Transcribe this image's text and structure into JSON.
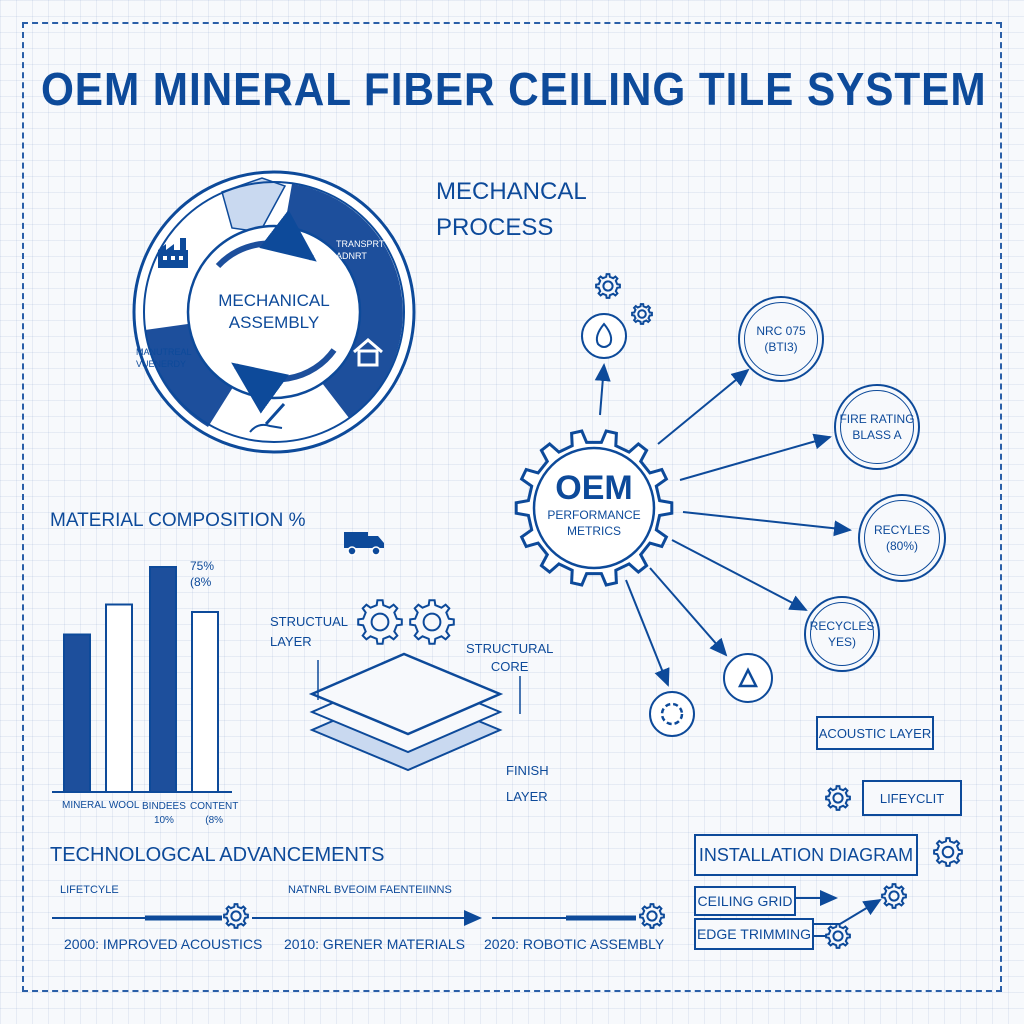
{
  "title": "OEM MINERAL FIBER CEILING TILE SYSTEM",
  "cycle": {
    "center_line1": "MECHANICAL",
    "center_line2": "ASSEMBLY",
    "seg_transport_line1": "TRANSPRT",
    "seg_transport_line2": "ADNRT",
    "seg_manual_line1": "MANUTREAL",
    "seg_manual_line2": "VUENERDY"
  },
  "process_heading": {
    "line1": "MECHANCAL",
    "line2": "PROCESS"
  },
  "hub": {
    "title": "OEM",
    "line1": "PERFORMANCE",
    "line2": "METRICS"
  },
  "metrics": [
    {
      "line1": "NRC 075",
      "line2": "(BTI3)"
    },
    {
      "line1": "FIRE RATING",
      "line2": "BLASS A"
    },
    {
      "line1": "RECYLES",
      "line2": "(80%)"
    },
    {
      "line1": "RECYCLES",
      "line2": "YES)"
    }
  ],
  "material": {
    "heading": "MATERIAL COMPOSITION %",
    "annotation_line1": "75%",
    "annotation_line2": "(8%",
    "labels": {
      "a": "MINERAL WOOL",
      "b": "BINDEES",
      "b2": "10%",
      "c": "CONTENT",
      "c2": "(8%"
    }
  },
  "chart_data": {
    "type": "bar",
    "categories": [
      "MINERAL WOOL",
      "",
      "BINDEES",
      "CONTENT"
    ],
    "values": [
      63,
      75,
      90,
      72
    ],
    "ylim": [
      0,
      100
    ],
    "colors": [
      "#1d4f9c",
      "#ffffff",
      "#1d4f9c",
      "#ffffff"
    ]
  },
  "layers": {
    "structural_layer_1": "STRUCTUAL",
    "structural_layer_2": "LAYER",
    "structural_core_1": "STRUCTURAL",
    "structural_core_2": "CORE",
    "finish_1": "FINISH",
    "finish_2": "LAYER"
  },
  "boxes": {
    "acoustic": "ACOUSTIC LAYER",
    "lifecycle": "LIFEYCLIT",
    "installation": "INSTALLATION DIAGRAM",
    "ceiling_grid": "CEILING GRID",
    "edge_trimming": "EDGE TRIMMING"
  },
  "timeline": {
    "heading": "TECHNOLOGCAL ADVANCEMENTS",
    "lifecycle_label": "LIFETCYLE",
    "natural_label": "NATNRL BVEOIM FAENTEIINNS",
    "events": [
      {
        "label": "2000: IMPROVED ACOUSTICS"
      },
      {
        "label": "2010: GRENER MATERIALS"
      },
      {
        "label": "2020: ROBOTIC ASSEMBLY"
      }
    ]
  },
  "colors": {
    "primary": "#0d4a9a",
    "accent": "#1d4f9c",
    "light": "#c9d9f0"
  }
}
